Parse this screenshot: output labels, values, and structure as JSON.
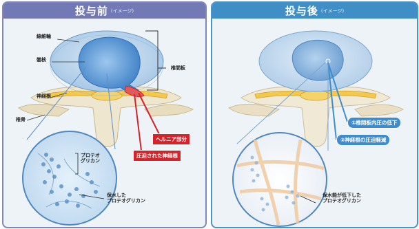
{
  "before": {
    "title": "投与前",
    "note": "(イメージ)",
    "labels": {
      "annulus": "線維輪",
      "nucleus": "髄核",
      "disc": "椎間板",
      "nerve_root": "神経根",
      "vertebra": "椎骨",
      "proteoglycan_line1": "プロテオ",
      "proteoglycan_line2": "グリカン",
      "hydrated_line1": "保水した",
      "hydrated_line2": "プロテオグリカン"
    },
    "tags": {
      "hernia": "ヘルニア部分",
      "compressed_nerve": "圧迫された神経根"
    }
  },
  "after": {
    "title": "投与後",
    "note": "(イメージ)",
    "tags": {
      "pressure_drop": "①椎間板内圧の低下",
      "relief": "②神経根の圧迫軽減"
    },
    "labels": {
      "reduced_line1": "保水能が低下した",
      "reduced_line2": "プロテオグリカン"
    }
  },
  "colors": {
    "before_frame": "#7379b4",
    "after_frame": "#3f8ec6",
    "disc_blue": "#6fa6dc",
    "nerve_yellow": "#f2c94c",
    "hernia_red": "#d3242b"
  }
}
